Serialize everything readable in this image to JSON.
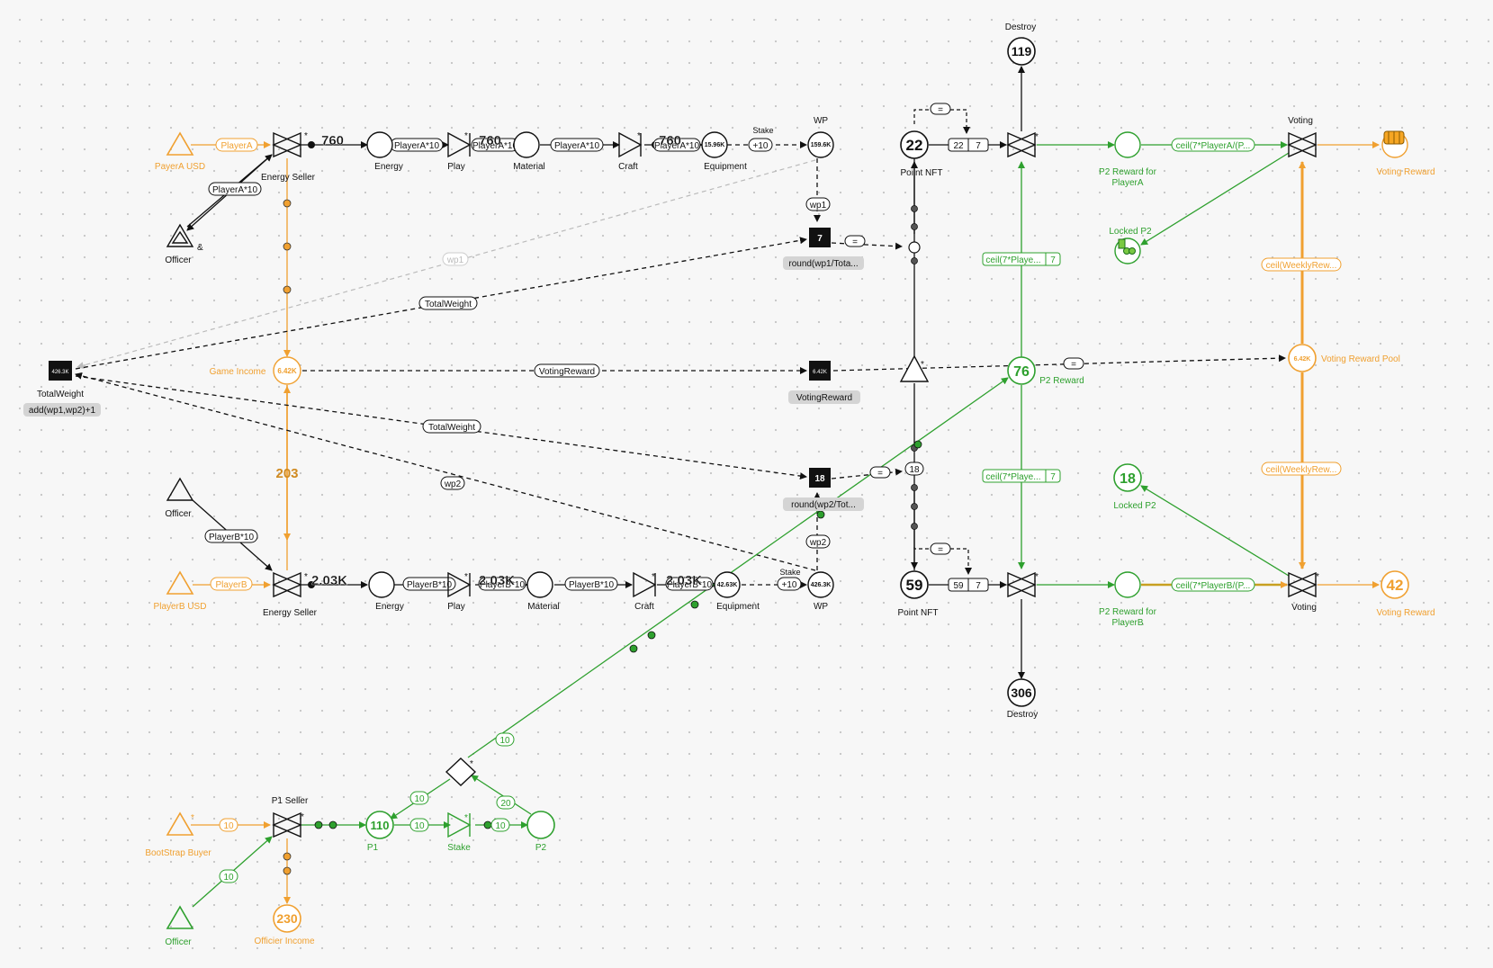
{
  "colors": {
    "black": "#111111",
    "orange": "#f0a030",
    "green": "#2ea02e",
    "gray": "#bbbbbb"
  },
  "nodes": {
    "playerA_usd": "PayerA USD",
    "playerB_usd": "PlayerB USD",
    "energy_seller": "Energy Seller",
    "officer": "Officer",
    "officer_symbol": "&",
    "energy": "Energy",
    "play": "Play",
    "material": "Material",
    "craft": "Craft",
    "equipment": "Equipment",
    "stake": "Stake",
    "wp": "WP",
    "wp_top_value": "159.6K",
    "wp_bottom_value": "426.3K",
    "equipment_top_value": "15.96K",
    "equipment_bottom_value": "42.63K",
    "flow_top": "760",
    "flow_bottom": "2.03K",
    "total_weight": "TotalWeight",
    "total_weight_value": "426.3K",
    "total_weight_formula": "add(wp1,wp2)+1",
    "game_income": "Game Income",
    "game_income_value": "6.42K",
    "game_income_flow": "203",
    "voting_reward_reg": "VotingReward",
    "voting_reward_reg_value": "6.42K",
    "reg7_value": "7",
    "reg7_formula": "round(wp1/Tota...",
    "reg18_value": "18",
    "reg18_formula": "round(wp2/Tot...",
    "point_nft": "Point NFT",
    "point_nft_top_label": "Poi nt NFT",
    "point_nft_top_value": "22",
    "point_nft_bottom_value": "59",
    "destroy": "Destroy",
    "destroy_top_value": "119",
    "destroy_bottom_value": "306",
    "p2_reward": "P2 Reward",
    "p2_reward_value": "76",
    "p2_reward_for_a_1": "P2 Reward for",
    "p2_reward_for_a_2": "PlayerA",
    "p2_reward_for_b_1": "P2 Reward for",
    "p2_reward_for_b_2": "PlayerB",
    "locked_p2": "Locked P2",
    "locked_p2_value": "18",
    "voting": "Voting",
    "voting_reward": "Voting Reward",
    "voting_reward_b_value": "42",
    "voting_reward_pool": "Voting Reward Pool",
    "voting_reward_pool_value": "6.42K",
    "p1_seller": "P1 Seller",
    "bootstrap_buyer": "BootStrap Buyer",
    "officer_income": "Officier Income",
    "officer_income_value": "230",
    "p1": "P1",
    "p1_value": "110",
    "p2": "P2",
    "star": "*"
  },
  "edge_labels": {
    "playerA": "PlayerA",
    "playerB": "PlayerB",
    "playerA_x10": "PlayerA*10",
    "playerB_x10": "PlayerB*10",
    "stake_plus10": "+10",
    "wp1": "wp1",
    "wp2": "wp2",
    "total_weight": "TotalWeight",
    "voting_reward": "VotingReward",
    "eq": "=",
    "ceil_a": "ceil(7*PlayerA/(P...",
    "ceil_b": "ceil(7*PlayerB/(P...",
    "ceil_player": "ceil(7*Playe...",
    "ceil_weekly": "ceil(WeeklyRew...",
    "seven": "7",
    "twenty_two": "22",
    "fifty_nine": "59",
    "eighteen": "18",
    "ten": "10",
    "twenty": "20"
  }
}
